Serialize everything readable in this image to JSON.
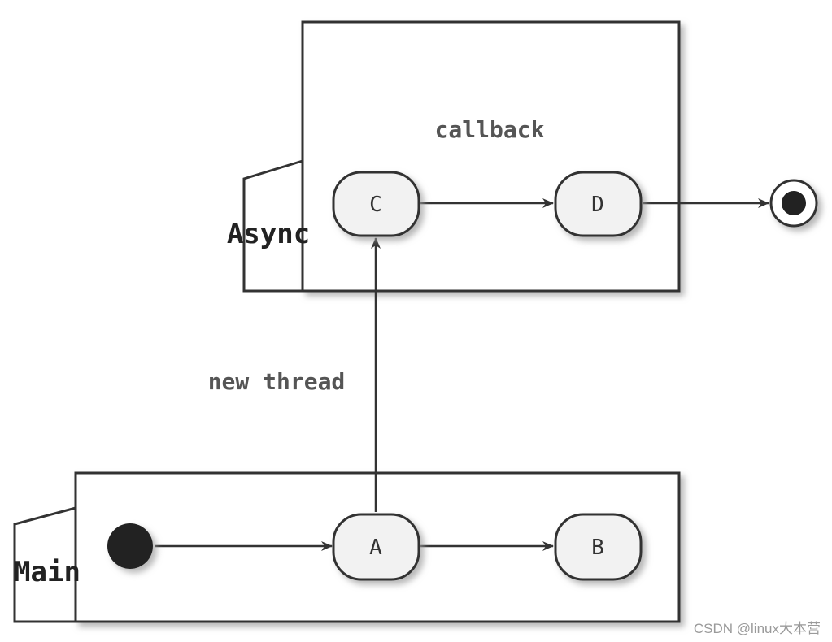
{
  "frames": {
    "async": {
      "label": "Async",
      "note": "callback"
    },
    "main": {
      "label": "Main"
    }
  },
  "nodes": {
    "a": "A",
    "b": "B",
    "c": "C",
    "d": "D"
  },
  "edges": {
    "a_to_c_label": "new thread"
  },
  "watermark": "CSDN @linux大本营",
  "colors": {
    "stroke": "#333333",
    "node_fill": "#f2f2f2",
    "shadow": "#bbbbbb"
  }
}
